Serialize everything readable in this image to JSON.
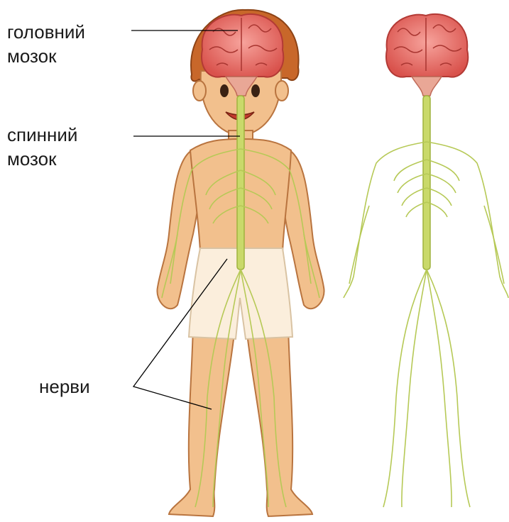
{
  "labels": {
    "brain_line1": "головний",
    "brain_line2": "мозок",
    "spinal_line1": "спинний",
    "spinal_line2": "мозок",
    "nerves": "нерви"
  },
  "colors": {
    "skin": "#f2c08d",
    "skin_outline": "#b9743f",
    "hair": "#c8672a",
    "brain": "#e8716b",
    "brain_dark": "#c84440",
    "nerve": "#c9d96a",
    "nerve_dark": "#9fb33e",
    "shorts": "#fbeedc",
    "leader_line": "#000000"
  },
  "icons": {
    "figure_left": "child-with-nervous-system-illustration",
    "figure_right": "isolated-nervous-system-illustration"
  }
}
